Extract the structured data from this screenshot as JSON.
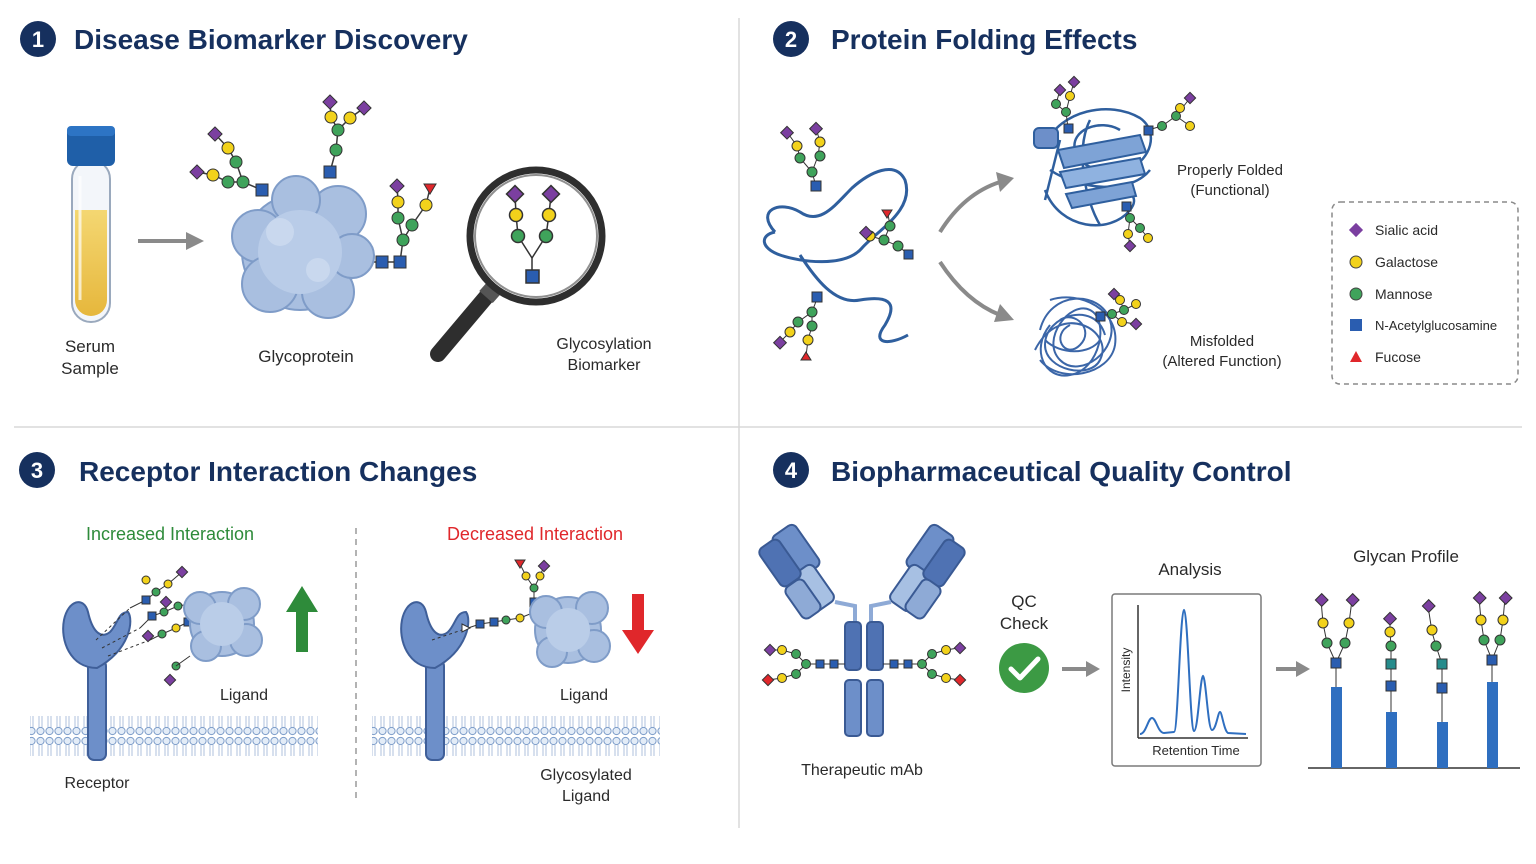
{
  "panels": [
    {
      "number": "1",
      "title": "Disease Biomarker Discovery"
    },
    {
      "number": "2",
      "title": "Protein Folding Effects"
    },
    {
      "number": "3",
      "title": "Receptor Interaction Changes"
    },
    {
      "number": "4",
      "title": "Biopharmaceutical Quality Control"
    }
  ],
  "panel1": {
    "serum_line1": "Serum",
    "serum_line2": "Sample",
    "glycoprotein": "Glycoprotein",
    "biomarker_line1": "Glycosylation",
    "biomarker_line2": "Biomarker"
  },
  "panel2": {
    "folded_line1": "Properly Folded",
    "folded_line2": "(Functional)",
    "misfolded_line1": "Misfolded",
    "misfolded_line2": "(Altered Function)"
  },
  "legend": [
    {
      "label": "Sialic acid",
      "shape": "diamond",
      "color": "#7b3fa0"
    },
    {
      "label": "Galactose",
      "shape": "circle",
      "color": "#f2d21b"
    },
    {
      "label": "Mannose",
      "shape": "circle",
      "color": "#3fa35b"
    },
    {
      "label": "N-Acetylglucosamine",
      "shape": "square",
      "color": "#2a5db0"
    },
    {
      "label": "Fucose",
      "shape": "triangle",
      "color": "#e0272b"
    }
  ],
  "panel3": {
    "increased": "Increased Interaction",
    "decreased": "Decreased Interaction",
    "ligand_left": "Ligand",
    "ligand_right": "Ligand",
    "receptor": "Receptor",
    "glyco_ligand_line1": "Glycosylated",
    "glyco_ligand_line2": "Ligand",
    "increased_color": "#2e8b3a",
    "decreased_color": "#e0272b"
  },
  "panel4": {
    "mab": "Therapeutic mAb",
    "qc_line1": "QC",
    "qc_line2": "Check",
    "analysis": "Analysis",
    "y_axis": "Intensity",
    "x_axis": "Retention Time",
    "glycan_profile": "Glycan Profile"
  },
  "colors": {
    "title": "#16305e",
    "protein": "#a9bfe0",
    "receptor": "#6d8fc9",
    "check": "#3c9a44",
    "bar": "#2f6fc0"
  }
}
